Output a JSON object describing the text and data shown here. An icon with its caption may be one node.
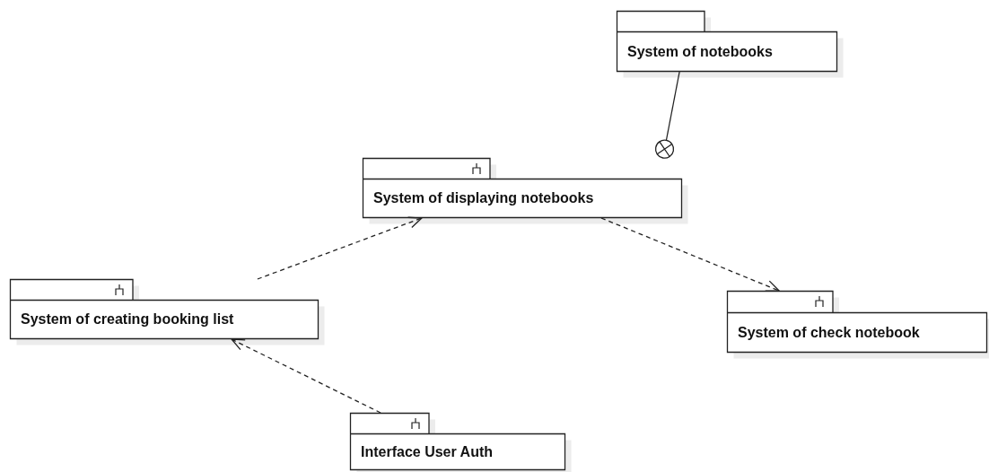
{
  "diagram": {
    "nodes": [
      {
        "text": [
          "System of notebooks"
        ]
      },
      {
        "text": [
          "System of displaying notebooks"
        ]
      },
      {
        "text": [
          "System of creating booking list"
        ]
      },
      {
        "text": [
          "System of check notebook"
        ]
      },
      {
        "text": [
          "Interface User Auth"
        ]
      }
    ],
    "edges": [
      {
        "from": 0,
        "to": 1,
        "arrow": "other"
      },
      {
        "from": 2,
        "to": 1,
        "arrow": "to",
        "style": "dashed"
      },
      {
        "from": 1,
        "to": 3,
        "arrow": "to",
        "style": "dashed"
      },
      {
        "from": 4,
        "to": 2,
        "arrow": "to",
        "style": "dashed"
      }
    ]
  }
}
